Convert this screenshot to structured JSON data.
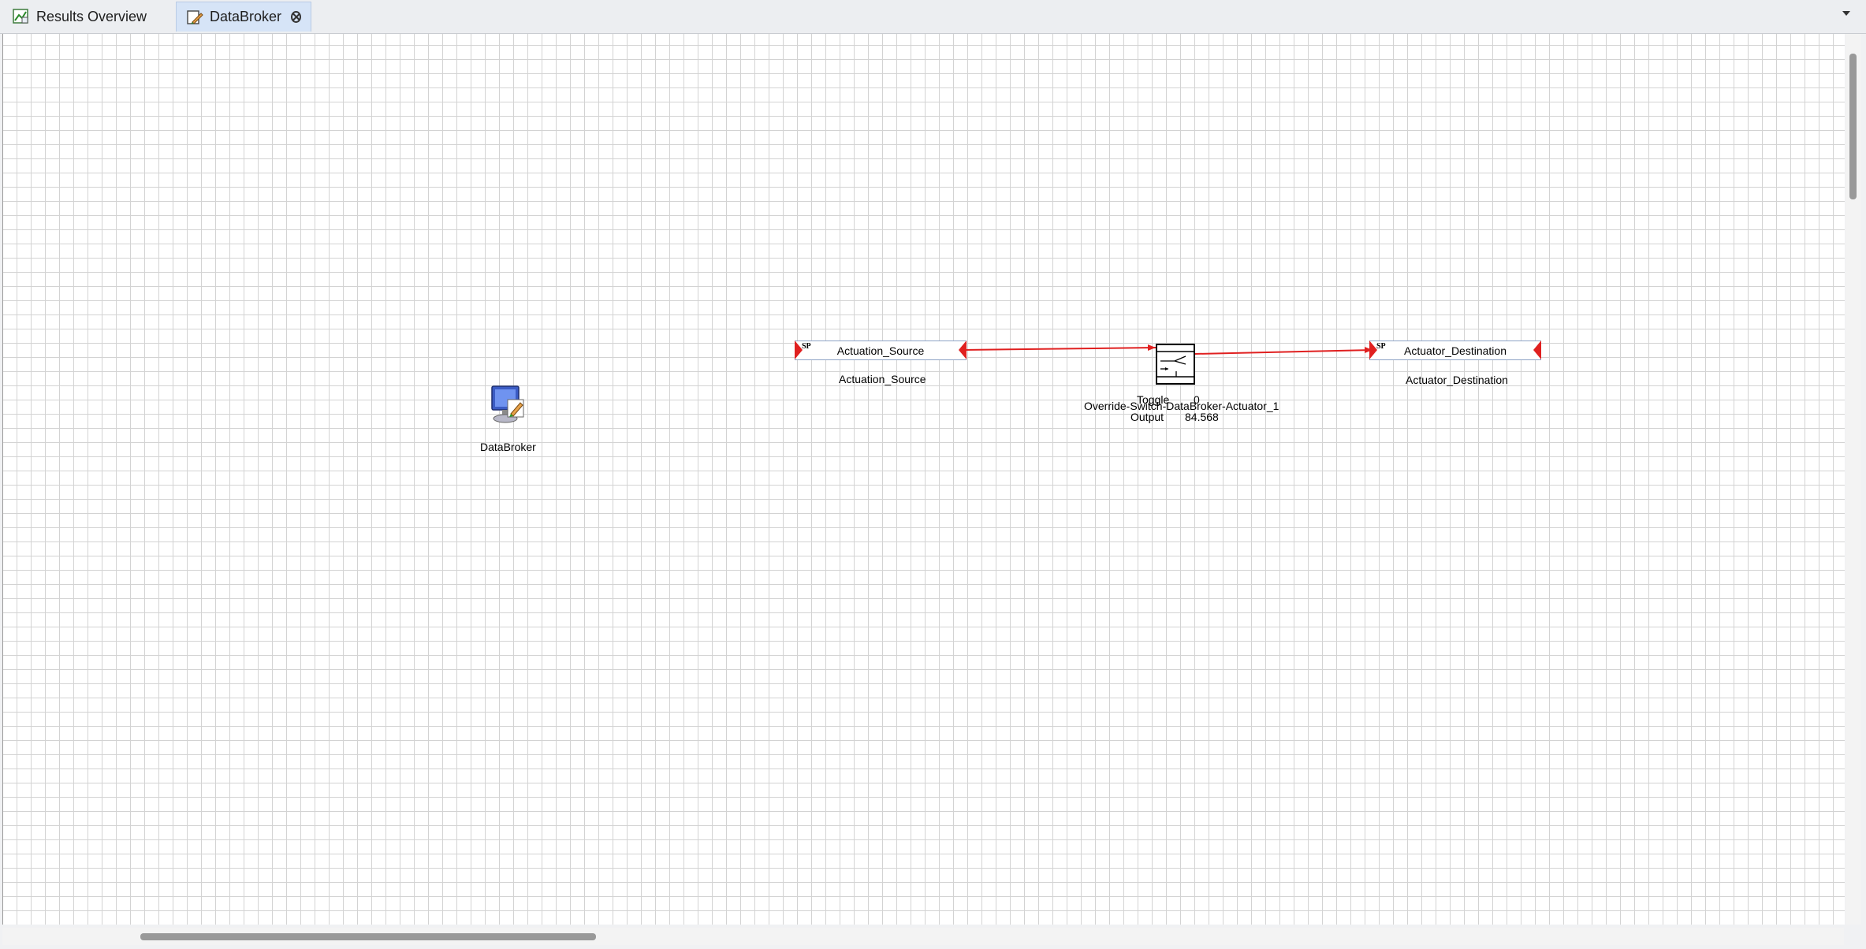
{
  "tabs": [
    {
      "label": "Results Overview",
      "icon": "chart-sheet-icon"
    },
    {
      "label": "DataBroker",
      "icon": "edit-diagram-icon",
      "active": true
    }
  ],
  "diagram": {
    "databroker": {
      "label": "DataBroker",
      "icon": "computer-edit-icon"
    },
    "source": {
      "tag": "SP",
      "name": "Actuation_Source",
      "caption": "Actuation_Source"
    },
    "destination": {
      "tag": "SP",
      "name": "Actuator_Destination",
      "caption": "Actuator_Destination"
    },
    "switch": {
      "name": "Override-Switch-DataBroker-Actuator_1",
      "toggle_label": "Toggle",
      "toggle_value": "0",
      "output_label": "Output",
      "output_value": "84.568"
    }
  },
  "colors": {
    "connector": "#e02020",
    "tab_active": "#d6e4f7",
    "grid": "#d3d3d3"
  }
}
